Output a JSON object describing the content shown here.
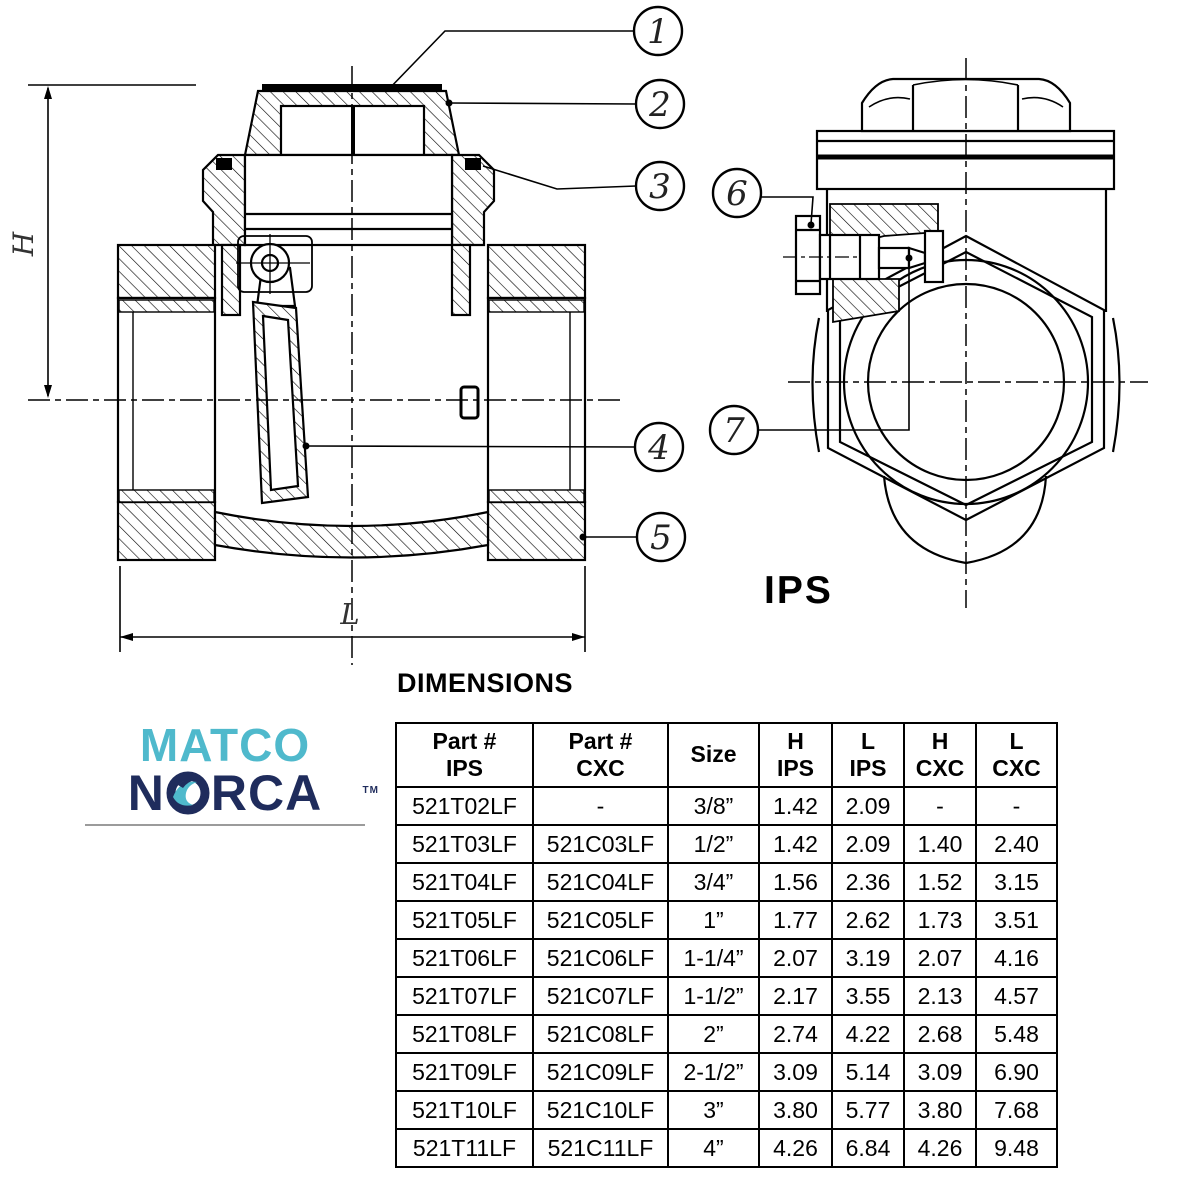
{
  "drawing": {
    "callouts": [
      "1",
      "2",
      "3",
      "4",
      "5",
      "6",
      "7"
    ],
    "dim_h_label": "H",
    "dim_l_label": "L",
    "end_view_label": "IPS"
  },
  "dimensions_section": {
    "heading": "DIMENSIONS",
    "table": {
      "columns": [
        [
          "Part #",
          "IPS"
        ],
        [
          "Part #",
          "CXC"
        ],
        [
          "Size"
        ],
        [
          "H",
          "IPS"
        ],
        [
          "L",
          "IPS"
        ],
        [
          "H",
          "CXC"
        ],
        [
          "L",
          "CXC"
        ]
      ],
      "rows": [
        [
          "521T02LF",
          "-",
          "3/8”",
          "1.42",
          "2.09",
          "-",
          "-"
        ],
        [
          "521T03LF",
          "521C03LF",
          "1/2”",
          "1.42",
          "2.09",
          "1.40",
          "2.40"
        ],
        [
          "521T04LF",
          "521C04LF",
          "3/4”",
          "1.56",
          "2.36",
          "1.52",
          "3.15"
        ],
        [
          "521T05LF",
          "521C05LF",
          "1”",
          "1.77",
          "2.62",
          "1.73",
          "3.51"
        ],
        [
          "521T06LF",
          "521C06LF",
          "1-1/4”",
          "2.07",
          "3.19",
          "2.07",
          "4.16"
        ],
        [
          "521T07LF",
          "521C07LF",
          "1-1/2”",
          "2.17",
          "3.55",
          "2.13",
          "4.57"
        ],
        [
          "521T08LF",
          "521C08LF",
          "2”",
          "2.74",
          "4.22",
          "2.68",
          "5.48"
        ],
        [
          "521T09LF",
          "521C09LF",
          "2-1/2”",
          "3.09",
          "5.14",
          "3.09",
          "6.90"
        ],
        [
          "521T10LF",
          "521C10LF",
          "3”",
          "3.80",
          "5.77",
          "3.80",
          "7.68"
        ],
        [
          "521T11LF",
          "521C11LF",
          "4”",
          "4.26",
          "6.84",
          "4.26",
          "9.48"
        ]
      ]
    }
  },
  "logo": {
    "line1": "MATCO",
    "line2_prefix": "N",
    "line2_suffix": "RCA",
    "trademark": "TM"
  },
  "colors": {
    "drawing_line": "#000000",
    "logo_teal": "#4FB9CC",
    "logo_navy": "#1F2C5C",
    "logo_underline": "#9B9B9B"
  }
}
